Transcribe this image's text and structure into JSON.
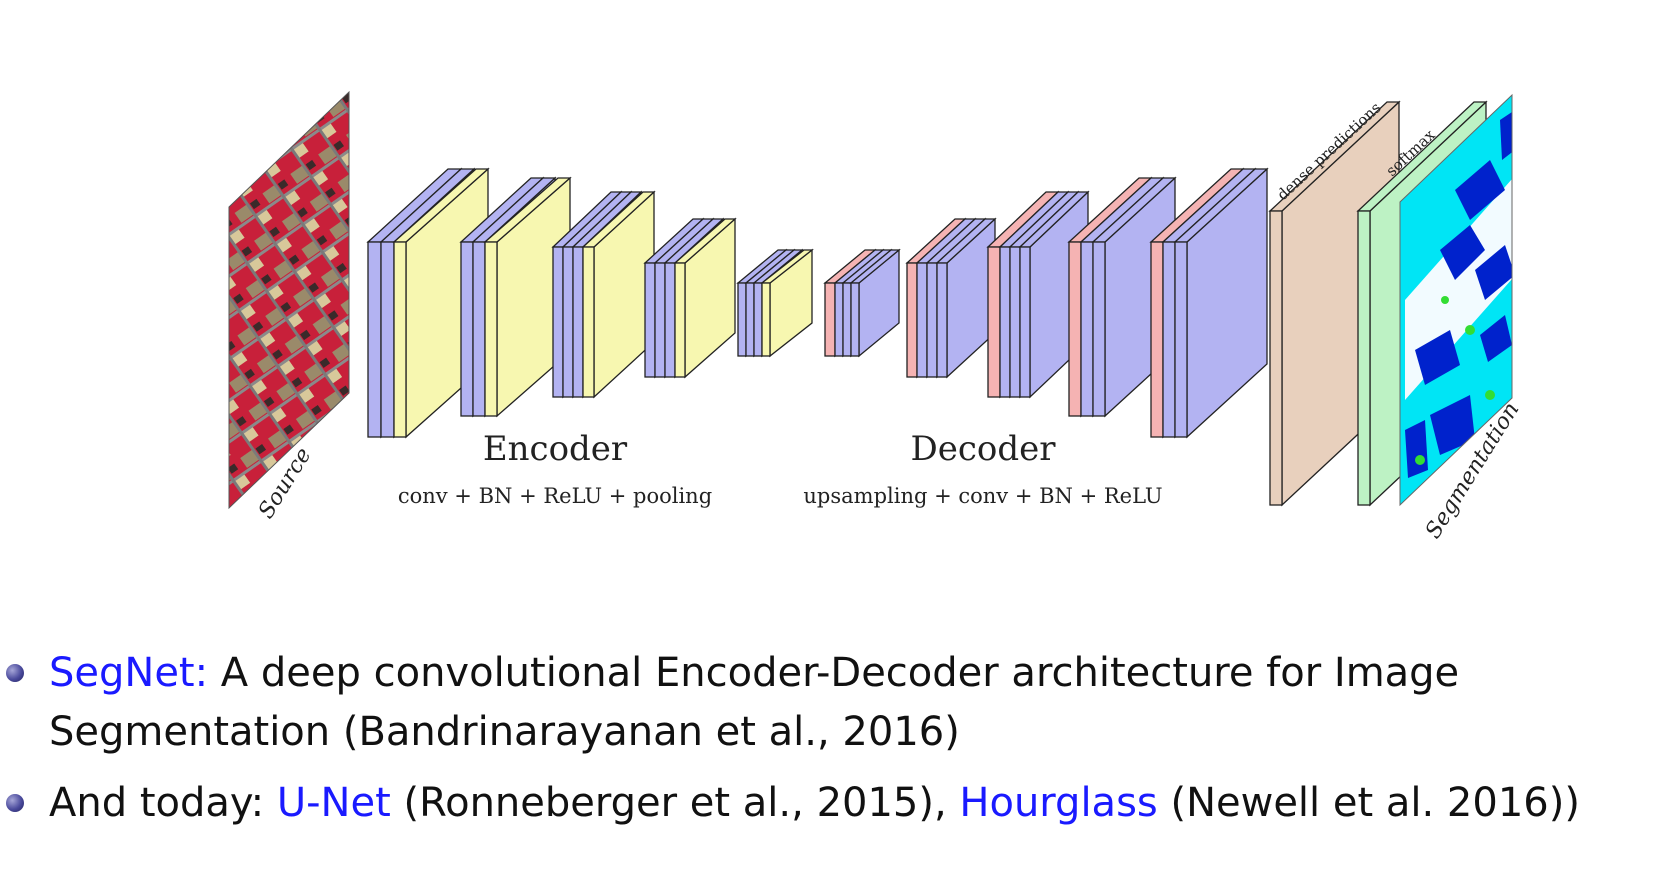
{
  "diagram": {
    "labels": {
      "source": "Source",
      "encoder": "Encoder",
      "encoder_ops": "conv + BN + ReLU + pooling",
      "decoder": "Decoder",
      "decoder_ops": "upsampling + conv + BN + ReLU",
      "dense": "dense predictions",
      "softmax": "softmax",
      "segmentation": "Segmentation"
    },
    "colors": {
      "conv": "#b3b3f2",
      "pool": "#f7f7b0",
      "upsample": "#f5b3b3",
      "dense": "#e8d0bd",
      "softmax": "#bdf2c4",
      "seg_cyan": "#00e5f5",
      "seg_blue": "#0022cc",
      "source_red": "#d81e3a"
    }
  },
  "bullets": [
    {
      "link": "SegNet:",
      "text": " A deep convolutional Encoder-Decoder architecture for Image",
      "line2": "Segmentation (Bandrinarayanan et al., 2016)"
    },
    {
      "lead": "And today: ",
      "link1": "U-Net",
      "mid": " (Ronneberger et al., 2015), ",
      "link2": "Hourglass",
      "tail": " (Newell et al. 2016))"
    }
  ]
}
